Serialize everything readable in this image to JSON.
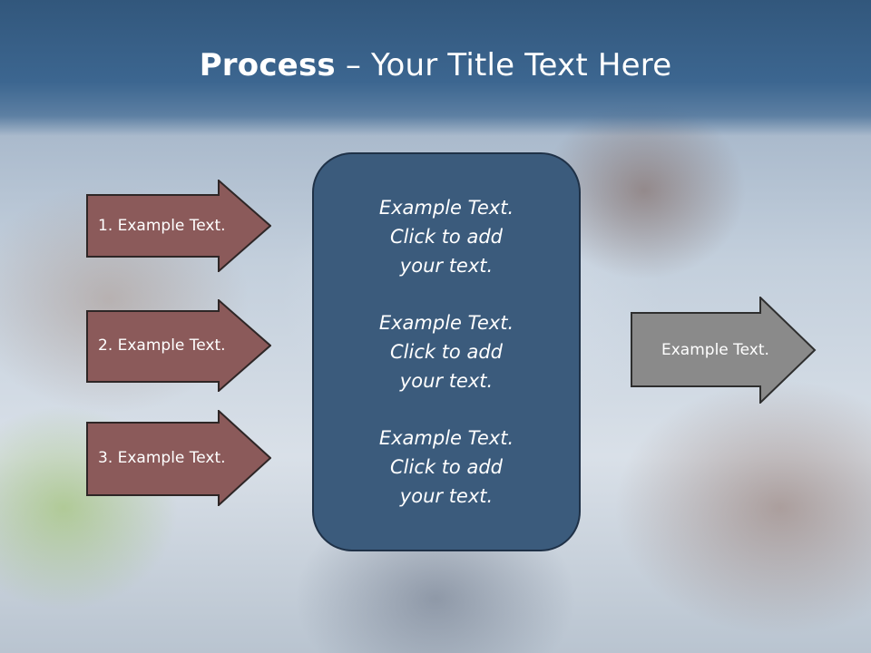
{
  "slide": {
    "title_bold": "Process",
    "title_rest": " – Your Title Text Here"
  },
  "left_arrows": [
    {
      "label": "1. Example Text."
    },
    {
      "label": "2. Example Text."
    },
    {
      "label": "3. Example Text."
    }
  ],
  "center_box": {
    "items": [
      {
        "text": "Example Text.\nClick  to add\nyour text."
      },
      {
        "text": "Example Text.\nClick  to add\nyour text."
      },
      {
        "text": "Example Text.\nClick  to add\nyour text."
      }
    ]
  },
  "right_arrow": {
    "label": "Example Text."
  },
  "colors": {
    "left_arrow_fill": "#8b5a5a",
    "center_box_fill": "#3b5b7c",
    "right_arrow_fill": "#8a8a8a",
    "header_band": "#3c6690"
  }
}
